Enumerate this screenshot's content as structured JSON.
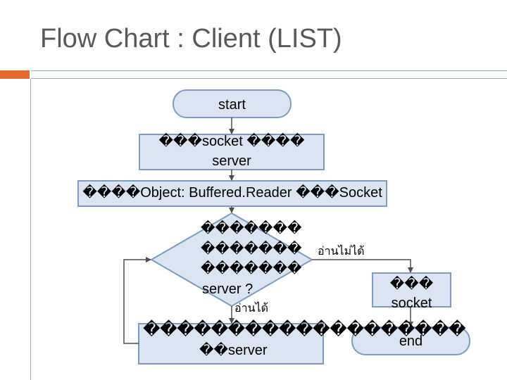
{
  "slide": {
    "title": "Flow Chart : Client (LIST)",
    "accent_color": "#e36c2c",
    "rule_color": "#9ab0c9"
  },
  "diagram": {
    "fill_color": "#dbe5f1",
    "stroke_color": "#7f9bbf",
    "start_label": "start",
    "connect_label_line1": "���socket ����",
    "connect_label_line2": "server",
    "create_reader_label": "����Object: Buffered.Reader ���Socket",
    "decision_line1": "�������",
    "decision_line2": "�������",
    "decision_line3": "�������",
    "decision_line4": "server ?",
    "no_branch_label": "อ่านไม่ได้",
    "yes_branch_label": "อ่านได้",
    "close_line1": "���",
    "close_line2": "socket",
    "read_line1": "�������������������",
    "read_line2": "��server",
    "end_label": "end"
  }
}
